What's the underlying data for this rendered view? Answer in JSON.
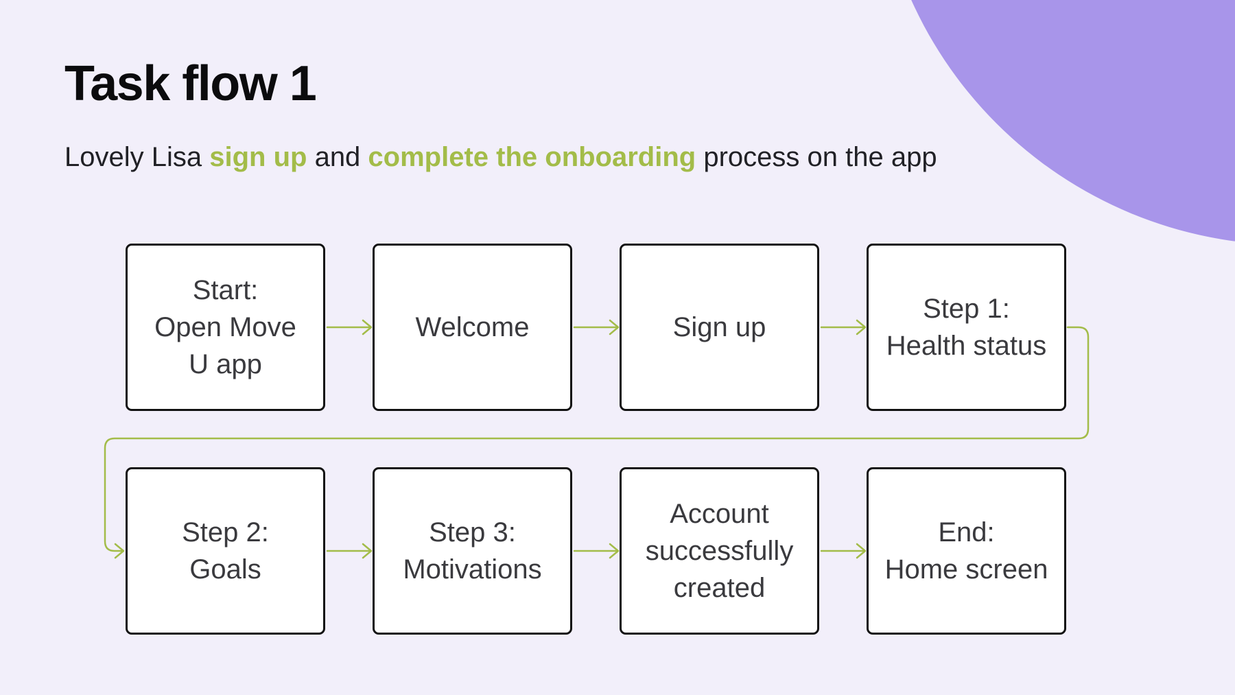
{
  "theme": {
    "bg": "#f2effa",
    "purple": "#a895ea",
    "green": "#a3bc49",
    "title-color": "#0b0b0d",
    "text-dark": "#212126",
    "box-text": "#3a3a3e",
    "box-border": "#121212",
    "box-bg": "#ffffff"
  },
  "header": {
    "title": "Task flow 1",
    "subtitle": [
      {
        "text": "Lovely Lisa ",
        "emphasis": false
      },
      {
        "text": "sign up",
        "emphasis": true
      },
      {
        "text": " and ",
        "emphasis": false
      },
      {
        "text": "complete the onboarding",
        "emphasis": true
      },
      {
        "text": " process on the app",
        "emphasis": false
      }
    ]
  },
  "flow": {
    "nodes": [
      {
        "id": "start",
        "lines": [
          "Start:",
          "Open Move",
          "U app"
        ]
      },
      {
        "id": "welcome",
        "lines": [
          "Welcome"
        ]
      },
      {
        "id": "sign-up",
        "lines": [
          "Sign up"
        ]
      },
      {
        "id": "step-1",
        "lines": [
          "Step 1:",
          "Health status"
        ]
      },
      {
        "id": "step-2",
        "lines": [
          "Step 2:",
          "Goals"
        ]
      },
      {
        "id": "step-3",
        "lines": [
          "Step 3:",
          "Motivations"
        ]
      },
      {
        "id": "account-created",
        "lines": [
          "Account",
          "successfully",
          "created"
        ]
      },
      {
        "id": "end",
        "lines": [
          "End:",
          "Home screen"
        ]
      }
    ],
    "connections": [
      {
        "from": "start",
        "to": "welcome"
      },
      {
        "from": "welcome",
        "to": "sign-up"
      },
      {
        "from": "sign-up",
        "to": "step-1"
      },
      {
        "from": "step-1",
        "to": "step-2"
      },
      {
        "from": "step-2",
        "to": "step-3"
      },
      {
        "from": "step-3",
        "to": "account-created"
      },
      {
        "from": "account-created",
        "to": "end"
      }
    ]
  }
}
